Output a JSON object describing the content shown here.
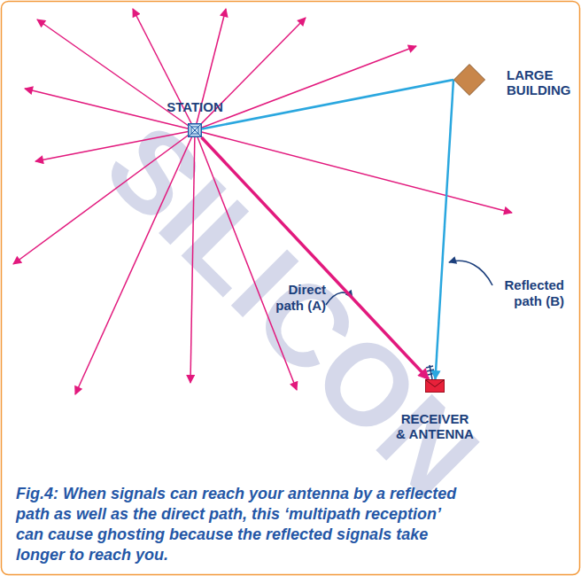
{
  "diagram": {
    "caption": "Fig.4: When signals can reach your antenna by a reflected path as well as the direct path, this ‘multipath reception’ can cause ghosting because the reflected signals take longer to reach you.",
    "nodes": [
      {
        "text": [
          "STATION"
        ]
      },
      {
        "text": [
          "LARGE BUILDING"
        ]
      },
      {
        "text": [
          "RECEIVER & ANTENNA"
        ]
      }
    ],
    "edges": [
      {
        "from": 0,
        "to": 2,
        "arrow": "to",
        "label": "Direct path (A)"
      },
      {
        "from": 0,
        "to": 1,
        "arrow": "none"
      },
      {
        "from": 1,
        "to": 2,
        "arrow": "to",
        "label": "Reflected path (B)"
      }
    ],
    "labels": [
      "SILICON"
    ]
  }
}
